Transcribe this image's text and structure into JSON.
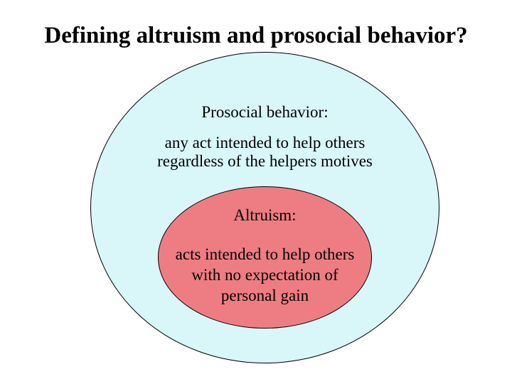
{
  "slide": {
    "title": "Defining altruism and prosocial behavior?"
  },
  "outer_ellipse": {
    "heading": "Prosocial behavior:",
    "body_lines": [
      "any act intended to help others",
      "regardless of the helpers motives"
    ]
  },
  "inner_ellipse": {
    "heading": "Altruism:",
    "body_lines": [
      "acts intended to help others",
      "with no expectation of",
      "personal gain"
    ]
  },
  "colors": {
    "background": "#ffffff",
    "outer_fill": "#d9f6f8",
    "inner_fill": "#ee7d83",
    "outline": "#000000",
    "text": "#000000"
  }
}
